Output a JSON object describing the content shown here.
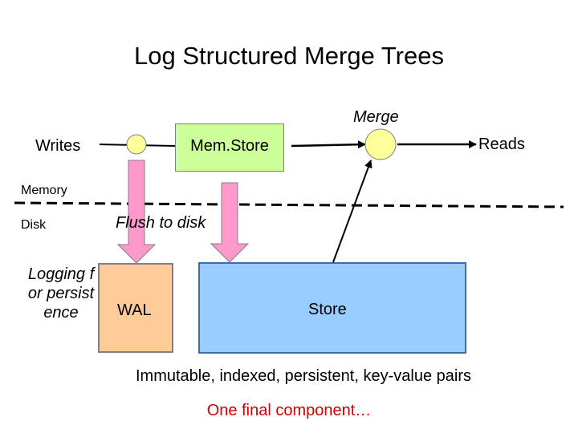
{
  "title": "Log Structured Merge Trees",
  "labels": {
    "writes": "Writes",
    "memstore": "Mem.Store",
    "merge": "Merge",
    "reads": "Reads",
    "memory": "Memory",
    "disk": "Disk",
    "flush": "Flush to disk",
    "logging": "Logging for persistence",
    "wal": "WAL",
    "store": "Store",
    "caption": "Immutable, indexed, persistent, key-value pairs",
    "footer": "One final component…"
  },
  "colors": {
    "memstore_fill": "#ccff99",
    "wal_fill": "#ffcc99",
    "store_fill": "#99ccff",
    "node_fill": "#ffff99",
    "flush_arrow_fill": "#ff99cc",
    "footer_text": "#cc0000"
  }
}
